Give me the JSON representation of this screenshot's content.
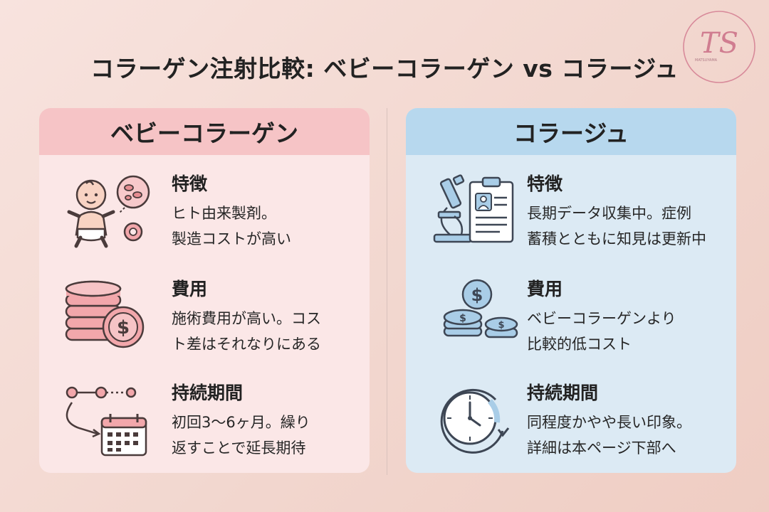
{
  "title": "コラーゲン注射比較: ベビーコラーゲン vs コラージュ",
  "logo": {
    "monogram": "TS",
    "subtext": "MATSUYAMA",
    "icon": "ts-monogram-logo",
    "color": "#d88a9a"
  },
  "left": {
    "header": "ベビーコラーゲン",
    "color": "#f6c4c6",
    "features": {
      "heading": "特徴",
      "lines": [
        "ヒト由来製剤。",
        "製造コストが高い"
      ],
      "icon": "baby-cells-icon"
    },
    "cost": {
      "heading": "費用",
      "lines": [
        "施術費用が高い。コス",
        "ト差はそれなりにある"
      ],
      "icon": "coin-stack-icon"
    },
    "duration": {
      "heading": "持続期間",
      "lines": [
        "初回3〜6ヶ月。繰り",
        "返すことで延長期待"
      ],
      "icon": "timeline-calendar-icon"
    }
  },
  "right": {
    "header": "コラージュ",
    "color": "#b7d8ee",
    "features": {
      "heading": "特徴",
      "lines": [
        "長期データ収集中。症例",
        "蓄積とともに知見は更新中"
      ],
      "icon": "microscope-clipboard-icon"
    },
    "cost": {
      "heading": "費用",
      "lines": [
        "ベビーコラーゲンより",
        "比較的低コスト"
      ],
      "icon": "coins-icon"
    },
    "duration": {
      "heading": "持続期間",
      "lines": [
        "同程度かやや長い印象。",
        "詳細は本ページ下部へ"
      ],
      "icon": "clock-icon"
    }
  }
}
